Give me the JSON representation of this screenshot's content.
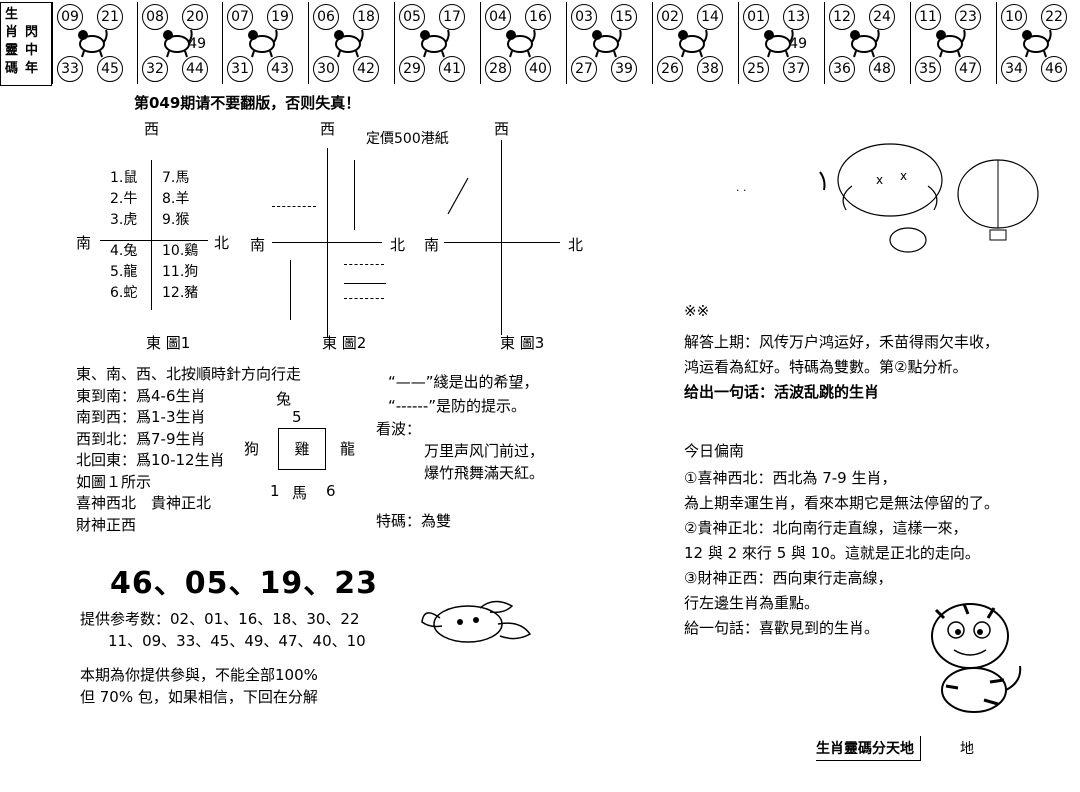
{
  "logo": {
    "chars": [
      "生",
      "肖",
      "靈",
      "碼",
      "閃",
      "中",
      "年"
    ]
  },
  "zodiac_strip": [
    {
      "tl": "09",
      "tr": "21",
      "bl": "33",
      "br": "45",
      "mid": "",
      "icon": "monkey-icon"
    },
    {
      "tl": "08",
      "tr": "20",
      "bl": "32",
      "br": "44",
      "mid": "49",
      "icon": "tiger-icon"
    },
    {
      "tl": "07",
      "tr": "19",
      "bl": "31",
      "br": "43",
      "mid": "",
      "icon": "rabbit-icon"
    },
    {
      "tl": "06",
      "tr": "18",
      "bl": "30",
      "br": "42",
      "mid": "",
      "icon": "dragon-icon"
    },
    {
      "tl": "05",
      "tr": "17",
      "bl": "29",
      "br": "41",
      "mid": "",
      "icon": "snake-icon"
    },
    {
      "tl": "04",
      "tr": "16",
      "bl": "28",
      "br": "40",
      "mid": "",
      "icon": "horse-icon"
    },
    {
      "tl": "03",
      "tr": "15",
      "bl": "27",
      "br": "39",
      "mid": "",
      "icon": "goat-icon"
    },
    {
      "tl": "02",
      "tr": "14",
      "bl": "26",
      "br": "38",
      "mid": "",
      "icon": "monkey-icon"
    },
    {
      "tl": "01",
      "tr": "13",
      "bl": "25",
      "br": "37",
      "mid": "49",
      "icon": "rooster-icon"
    },
    {
      "tl": "12",
      "tr": "24",
      "bl": "36",
      "br": "48",
      "mid": "",
      "icon": "dog-icon"
    },
    {
      "tl": "11",
      "tr": "23",
      "bl": "35",
      "br": "47",
      "mid": "",
      "icon": "pig-icon"
    },
    {
      "tl": "10",
      "tr": "22",
      "bl": "34",
      "br": "46",
      "mid": "",
      "icon": "rat-icon"
    }
  ],
  "header": {
    "issue_notice": "第049期请不要翻版，否则失真！"
  },
  "diagram1": {
    "west": "西",
    "south": "南",
    "north": "北",
    "east_label": "東 圖1",
    "list_left": [
      "1.鼠",
      "2.牛",
      "3.虎",
      "4.兔",
      "5.龍",
      "6.蛇"
    ],
    "list_right": [
      "7.馬",
      "8.羊",
      "9.猴",
      "10.鷄",
      "11.狗",
      "12.豬"
    ]
  },
  "diagram2": {
    "west": "西",
    "south": "南",
    "north": "北",
    "east_label": "東 圖2",
    "price": "定價500港紙"
  },
  "diagram3": {
    "west": "西",
    "south": "南",
    "north": "北",
    "east_label": "東 圖3"
  },
  "rules": {
    "line0": "東、南、西、北按順時針方向行走",
    "line1": "東到南：爲4-6生肖",
    "line2": "南到西：爲1-3生肖",
    "line3": "西到北：爲7-9生肖",
    "line4": "北回東：爲10-12生肖",
    "line5": "如圖１所示",
    "line6": "喜神西北　貴神正北",
    "line7": "財神正西"
  },
  "compass": {
    "top": "兔",
    "top_num": "5",
    "left": "狗",
    "center": "雞",
    "right": "龍",
    "bottom_left": "1",
    "bottom": "馬",
    "bottom_num": "6"
  },
  "legend": {
    "line1": "“——”綫是出的希望，",
    "line2": "“------”是防的提示。"
  },
  "kanbo": {
    "label": "看波：",
    "line1": "万里声风门前过，",
    "line2": "爆竹飛舞滿天紅。"
  },
  "special": "特碼：為雙",
  "main_numbers": "46、05、19、23",
  "ref": {
    "line1": "提供参考数：02、01、16、18、30、22",
    "line2": "11、09、33、45、49、47、40、10"
  },
  "footer_left": {
    "line1": "本期為你提供參與，不能全部100%",
    "line2": "但 70% 包，如果相信，下回在分解"
  },
  "right": {
    "marker": "※※",
    "answer1": "解答上期：风传万户鸿运好，禾苗得雨欠丰收，",
    "answer2": "鸿运看為紅好。特碼為雙數。第②點分析。",
    "hint": "给出一句话：活波乱跳的生肖",
    "today": "今日偏南",
    "p1": "①喜神西北：西北為 7-9 生肖，",
    "p2": "為上期幸運生肖，看來本期它是無法停留的了。",
    "p3": "②貴神正北：北向南行走直線，這樣一來，",
    "p4": "12 與 2 來行 5 與 10。這就是正北的走向。",
    "p5": "③財神正西：西向東行走高線，",
    "p6": "行左邊生肖為重點。",
    "p7": "給一句話：喜歡見到的生肖。",
    "footer_box": "生肖靈碼分天地",
    "footer_tail": "地"
  }
}
